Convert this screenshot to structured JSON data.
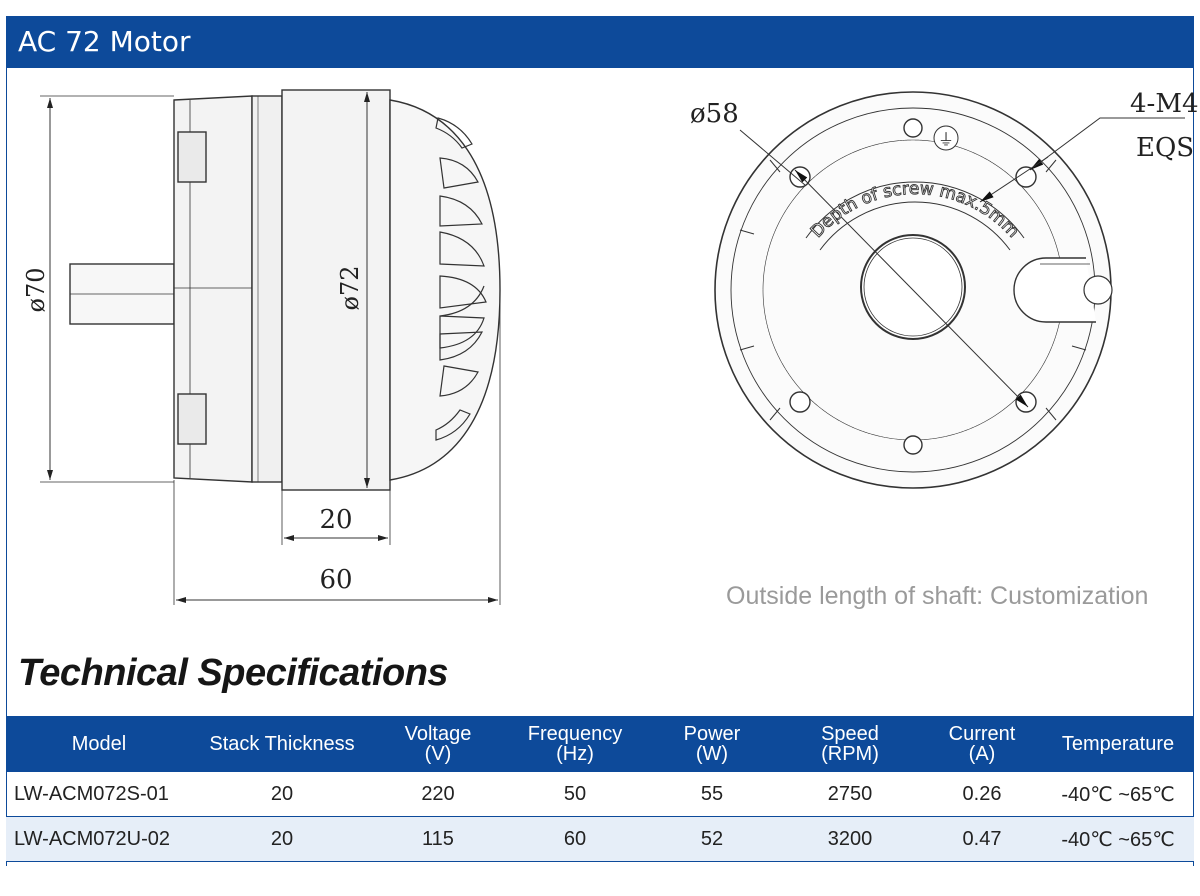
{
  "header": {
    "title": "AC 72 Motor"
  },
  "drawing": {
    "side_view": {
      "dim_outer_diameter": "ø70",
      "dim_housing_diameter": "ø72",
      "dim_stack": "20",
      "dim_length": "60"
    },
    "front_view": {
      "dim_mount_circle": "ø58",
      "screw_callout_line1": "4-M4",
      "screw_callout_line2": "EQS",
      "screw_depth_label": "Depth of screw max.5mm",
      "ground_symbol": "⏚"
    },
    "note": "Outside length of shaft: Customization"
  },
  "specs": {
    "title": "Technical Specifications",
    "columns": [
      {
        "line1": "Model",
        "line2": ""
      },
      {
        "line1": "Stack Thickness",
        "line2": ""
      },
      {
        "line1": "Voltage",
        "line2": "(V)"
      },
      {
        "line1": "Frequency",
        "line2": "(Hz)"
      },
      {
        "line1": "Power",
        "line2": "(W)"
      },
      {
        "line1": "Speed",
        "line2": "(RPM)"
      },
      {
        "line1": "Current",
        "line2": "(A)"
      },
      {
        "line1": "Temperature",
        "line2": ""
      }
    ],
    "rows": [
      [
        "LW-ACM072S-01",
        "20",
        "220",
        "50",
        "55",
        "2750",
        "0.26",
        "-40℃ ~65℃"
      ],
      [
        "LW-ACM072U-02",
        "20",
        "115",
        "60",
        "52",
        "3200",
        "0.47",
        "-40℃ ~65℃"
      ]
    ]
  },
  "colors": {
    "brand_blue": "#0d4a9a",
    "row_tint": "#e6eef8",
    "note_gray": "#9a9a9a"
  }
}
